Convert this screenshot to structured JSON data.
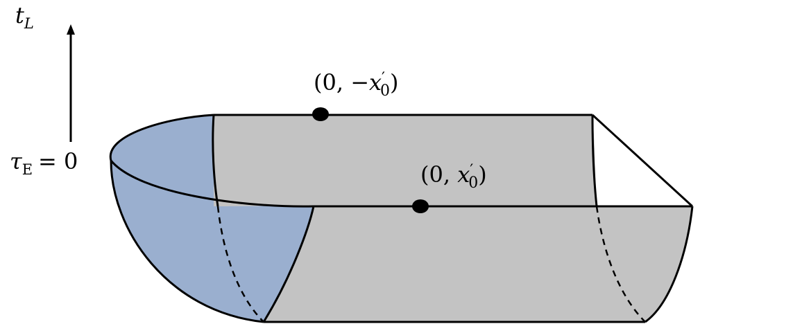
{
  "axis": {
    "label_main": "t",
    "label_sub": "L"
  },
  "time_slice": {
    "symbol": "τ",
    "symbol_sub": "E",
    "relation": "= 0"
  },
  "points": {
    "back": {
      "open": "(0, ",
      "sign": "−",
      "var": "x",
      "prime": "′",
      "sub": "0",
      "close": ")"
    },
    "front": {
      "open": "(0, ",
      "var": "x",
      "prime": "′",
      "sub": "0",
      "close": ")"
    }
  },
  "colors": {
    "hemisphere_fill": "#9aafcf",
    "surface_fill": "#c3c3c3",
    "stroke": "#000000",
    "background": "#ffffff"
  }
}
